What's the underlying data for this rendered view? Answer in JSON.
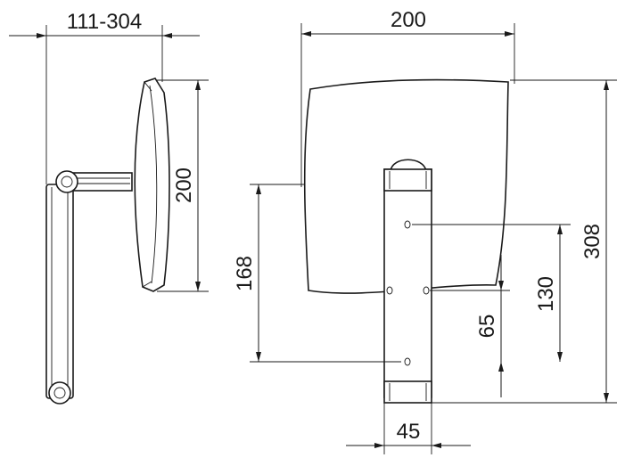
{
  "dimensions": {
    "arm_reach": "111-304",
    "side_height": "200",
    "front_width": "200",
    "mount_offset": "168",
    "hole_spacing_small": "65",
    "hole_spacing_large": "130",
    "total_height": "308",
    "bracket_width": "45"
  }
}
